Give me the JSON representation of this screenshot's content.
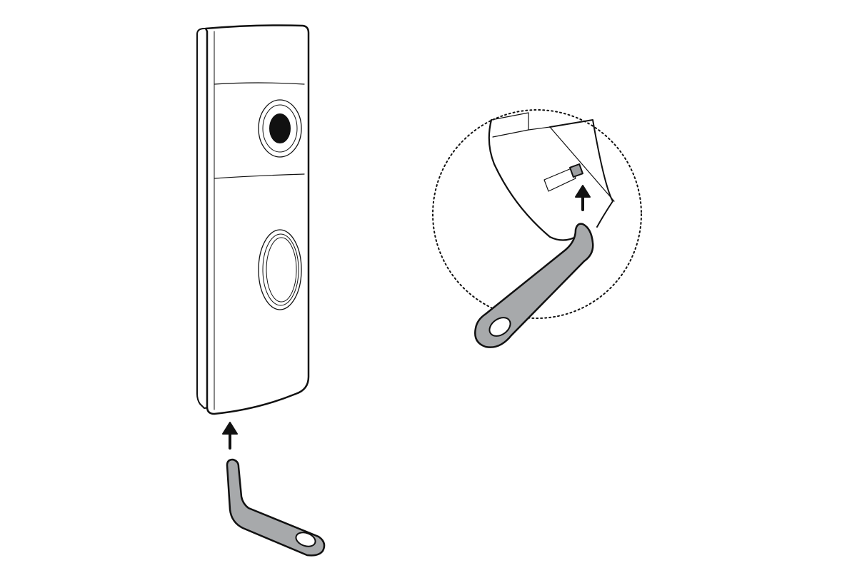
{
  "illustration": {
    "subject": "doorbell-release-tool",
    "colors": {
      "line": "#111111",
      "tool_fill": "#a7a9ab",
      "device_fill": "#ffffff",
      "latch_fill": "#9d9fa1"
    },
    "icons": [
      "doorbell-device",
      "up-arrow-icon",
      "release-tool",
      "magnified-detail-circle"
    ]
  }
}
